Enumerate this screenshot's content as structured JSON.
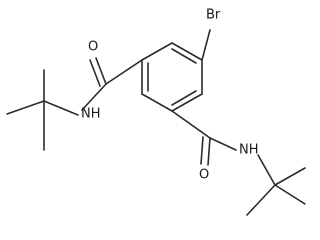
{
  "molecule": {
    "atoms": {
      "br": "Br",
      "o_top": "O",
      "o_bottom": "O",
      "nh_left": "NH",
      "nh_right": "NH"
    }
  }
}
